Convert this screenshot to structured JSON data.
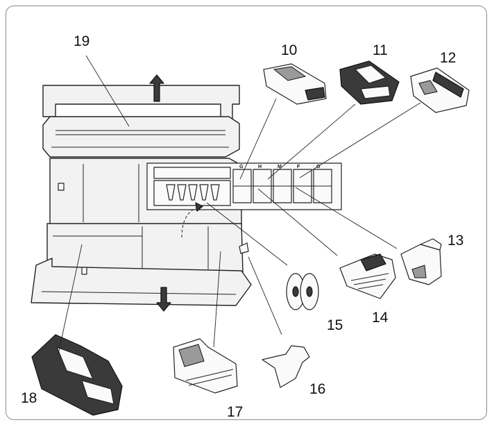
{
  "callouts": {
    "c10": "10",
    "c11": "11",
    "c12": "12",
    "c13": "13",
    "c14": "14",
    "c15": "15",
    "c16": "16",
    "c17": "17",
    "c18": "18",
    "c19": "19"
  },
  "slot_letters": {
    "s1": "G",
    "s2": "H",
    "s3": "M",
    "s4": "F",
    "s5": "O"
  },
  "colors": {
    "line": "#222222",
    "fill": "#f2f2f2",
    "frame": "#8a8a8a"
  },
  "icons": [
    "arrow-up-icon",
    "arrow-down-icon",
    "curved-arrow-icon"
  ]
}
